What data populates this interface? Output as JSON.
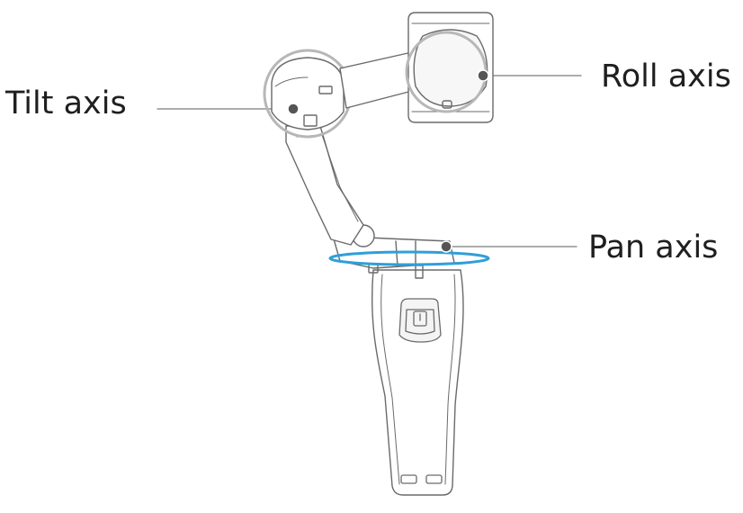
{
  "labels": {
    "tilt": "Tilt axis",
    "roll": "Roll axis",
    "pan": "Pan axis"
  },
  "colors": {
    "outline": "#6a6a6a",
    "leader": "#7a7a7a",
    "axis_ring": "#b7b7b7",
    "pan_highlight": "#2f9fd8",
    "dot": "#555555"
  },
  "icons": {
    "device": "handheld-gimbal",
    "control": "joystick-icon"
  }
}
